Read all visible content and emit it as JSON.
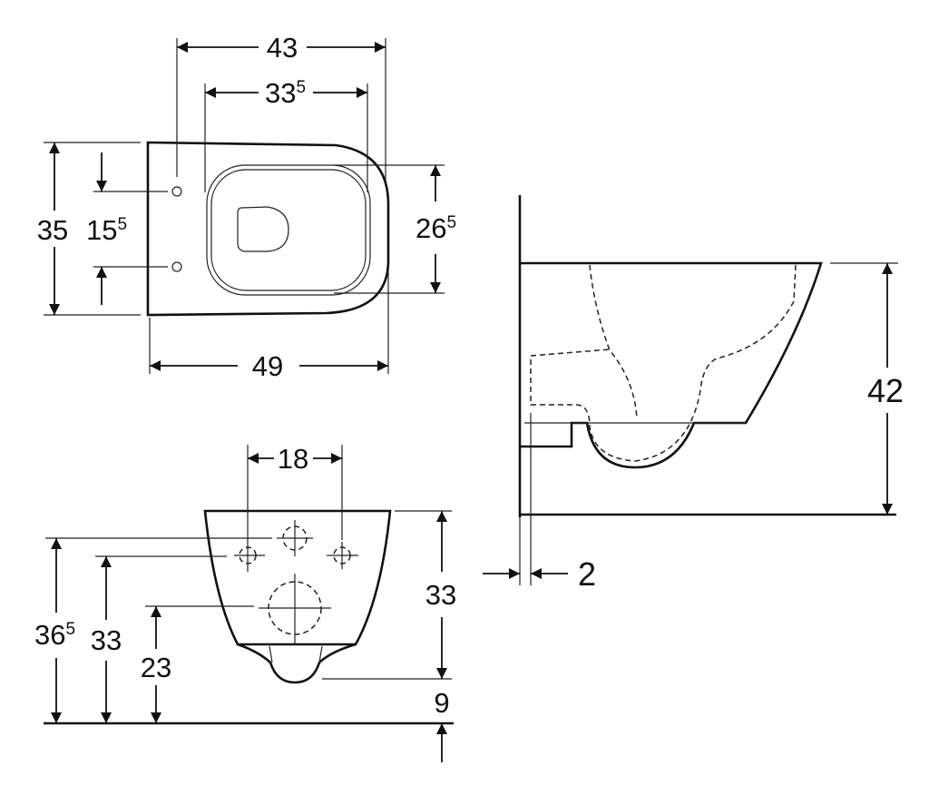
{
  "title": "Wall-hung WC dimension drawing",
  "unit_note": "",
  "top_view": {
    "width_outer": {
      "main": "43",
      "sup": ""
    },
    "seat_width": {
      "main": "33",
      "sup": "5"
    },
    "depth": {
      "main": "35",
      "sup": ""
    },
    "fixing_spacing": {
      "main": "15",
      "sup": "5"
    },
    "seat_depth": {
      "main": "26",
      "sup": "5"
    },
    "length": {
      "main": "49",
      "sup": ""
    }
  },
  "side_view": {
    "height": {
      "main": "42",
      "sup": ""
    },
    "wall_gap": {
      "main": "2",
      "sup": ""
    }
  },
  "rear_view": {
    "hole_spacing": {
      "main": "18",
      "sup": ""
    },
    "bowl_height": {
      "main": "33",
      "sup": ""
    },
    "bottom_clearance": {
      "main": "9",
      "sup": ""
    },
    "top_hole_height": {
      "main": "36",
      "sup": "5"
    },
    "side_holes_height": {
      "main": "33",
      "sup": ""
    },
    "outlet_height": {
      "main": "23",
      "sup": ""
    }
  }
}
